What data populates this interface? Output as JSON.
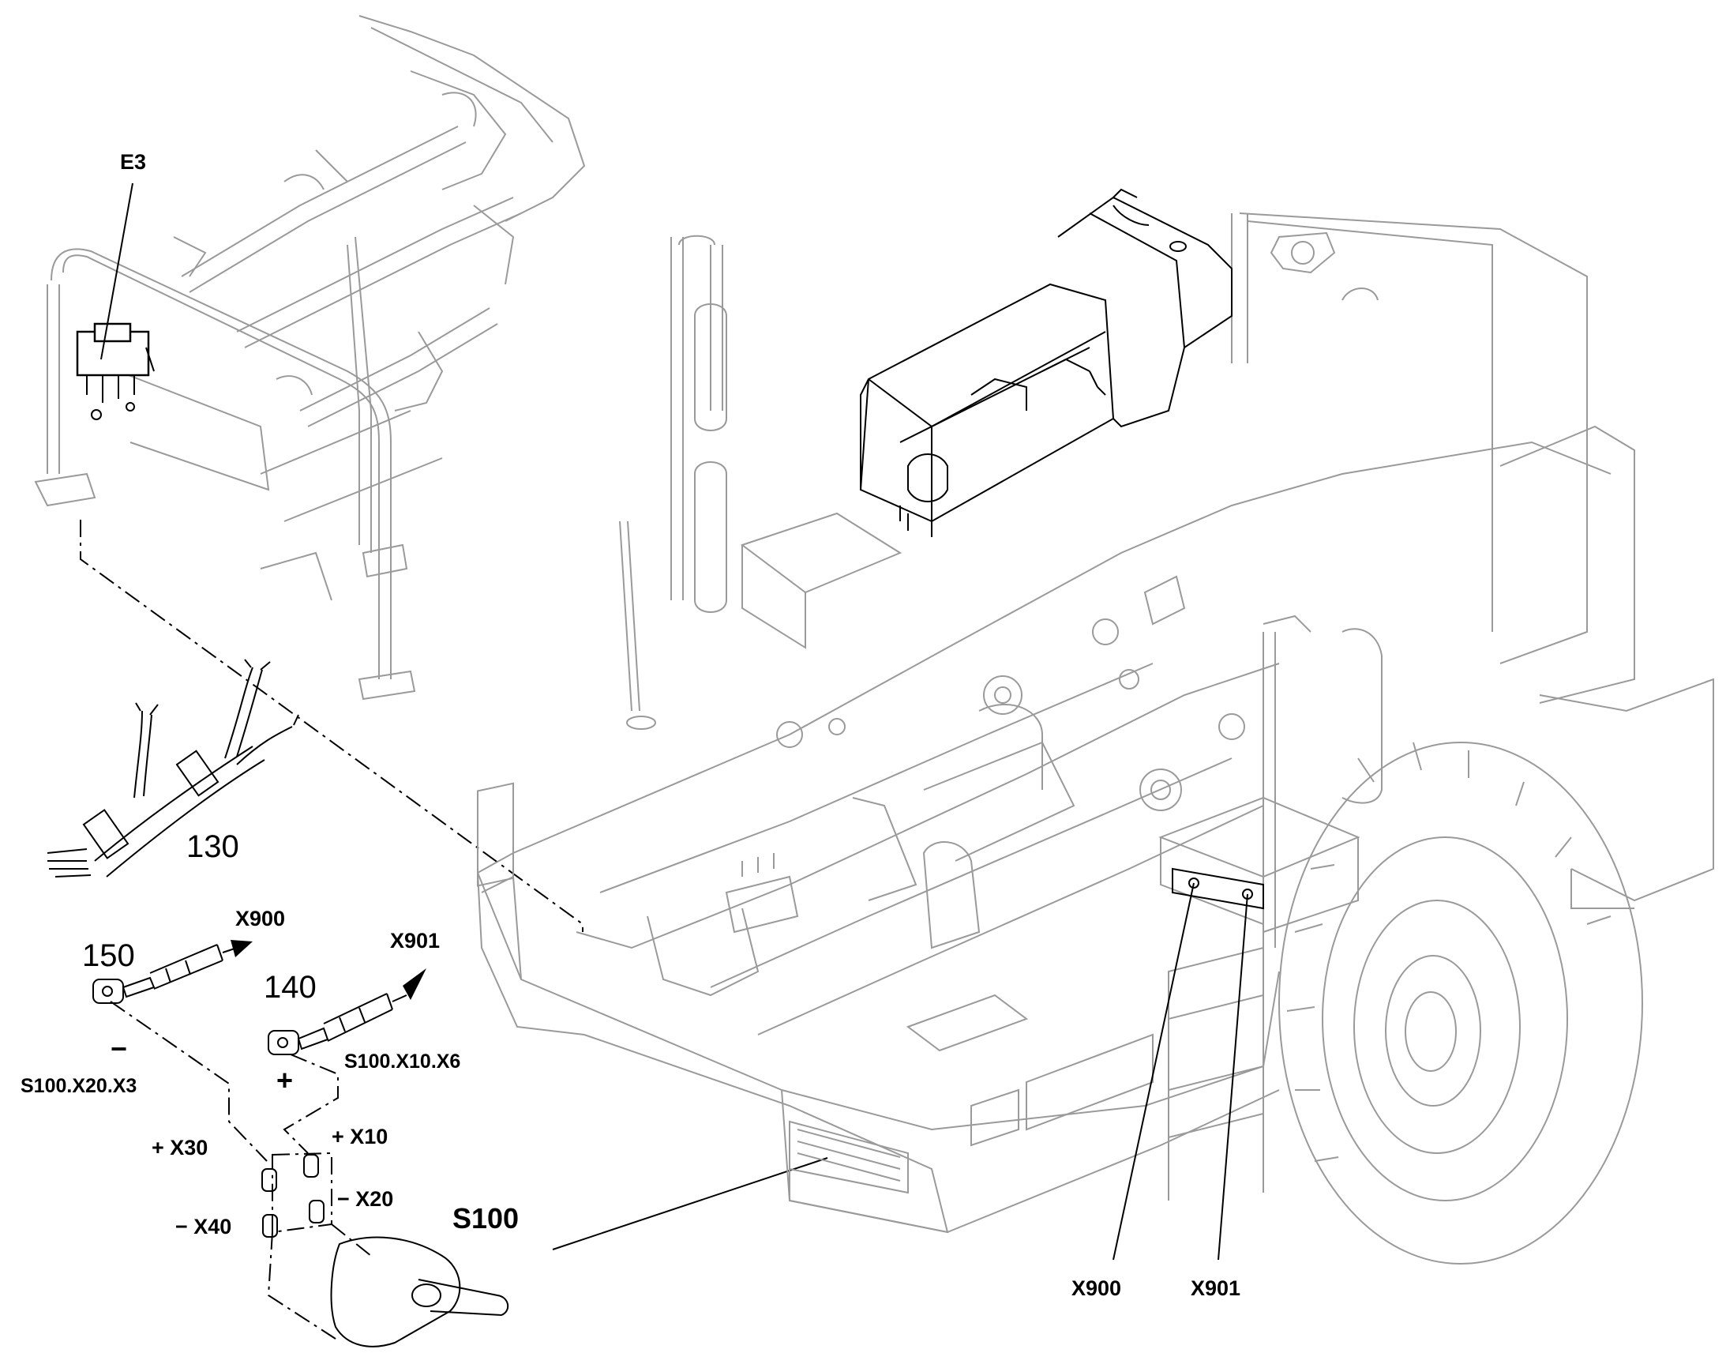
{
  "labels": {
    "e3": "E3",
    "item130": "130",
    "item150": "150",
    "item140": "140",
    "x900_arrow": "X900",
    "x901_arrow": "X901",
    "minus_sign": "−",
    "plus_sign": "+",
    "s100_x20_x3": "S100.X20.X3",
    "s100_x10_x6": "S100.X10.X6",
    "x30": "+ X30",
    "x10": "+ X10",
    "x20": "− X20",
    "x40": "− X40",
    "s100": "S100",
    "x900_bottom": "X900",
    "x901_bottom": "X901"
  }
}
